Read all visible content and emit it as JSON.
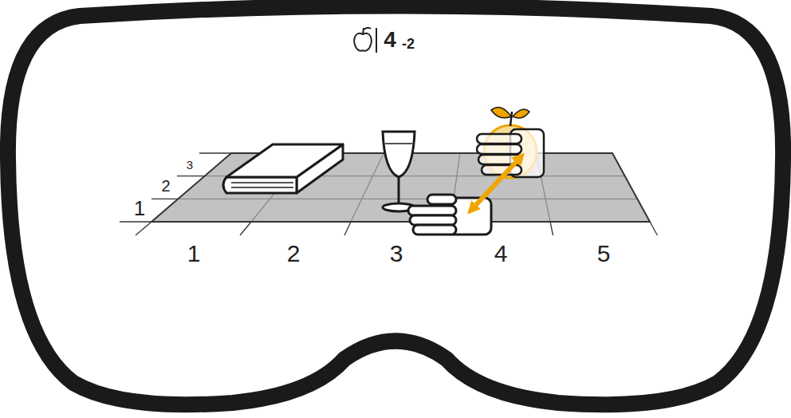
{
  "diagram": {
    "labels": [
      "4",
      "-2",
      "3",
      "2",
      "1",
      "1",
      "2",
      "3",
      "4",
      "5"
    ]
  }
}
